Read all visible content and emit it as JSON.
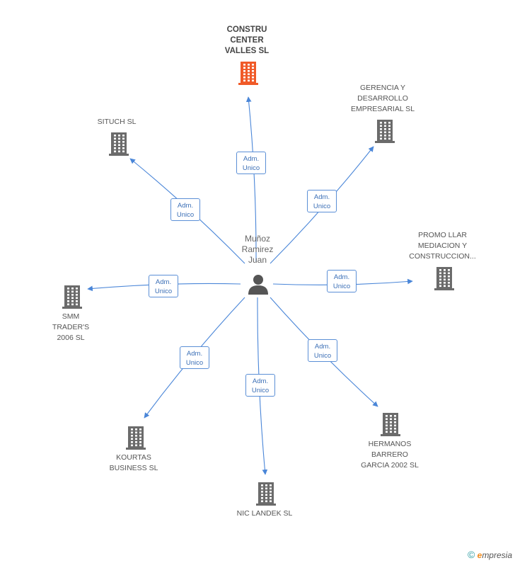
{
  "center": {
    "name": "Muñoz\nRamirez\nJuan"
  },
  "role_label": "Adm.\nUnico",
  "companies": [
    {
      "id": "construcenter",
      "name": "CONSTRU\nCENTER\nVALLES SL",
      "highlight": true
    },
    {
      "id": "gerencia",
      "name": "GERENCIA Y\nDESARROLLO\nEMPRESARIAL SL"
    },
    {
      "id": "promo",
      "name": "PROMO LLAR\nMEDIACION Y\nCONSTRUCCION..."
    },
    {
      "id": "hermanos",
      "name": "HERMANOS\nBARRERO\nGARCIA 2002 SL"
    },
    {
      "id": "niclandek",
      "name": "NIC LANDEK SL"
    },
    {
      "id": "kourtas",
      "name": "KOURTAS\nBUSINESS SL"
    },
    {
      "id": "smm",
      "name": "SMM\nTRADER'S\n2006 SL"
    },
    {
      "id": "situch",
      "name": "SITUCH SL"
    }
  ],
  "colors": {
    "edge": "#4a86d8",
    "highlight": "#f05a28",
    "building": "#6b6b6b"
  },
  "footer": {
    "copyright": "©",
    "brand_e": "e",
    "brand_rest": "mpresia"
  }
}
